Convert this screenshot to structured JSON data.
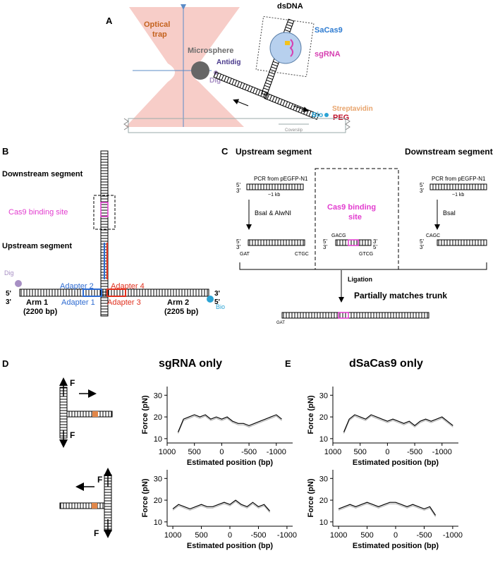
{
  "panelA": {
    "letter": "A",
    "optical_trap": [
      "Optical",
      "trap"
    ],
    "microsphere": "Microsphere",
    "antidig": "Antidig",
    "dig": "Dig",
    "dsdna": "dsDNA",
    "sacas9": "SaCas9",
    "sgrna": "sgRNA",
    "streptavidin": "Streptavidin",
    "bio": "Bio",
    "peg": "PEG",
    "coverslip": "Coverslip"
  },
  "panelB": {
    "letter": "B",
    "downstream": "Downstream segment",
    "cas9_site": "Cas9 binding site",
    "upstream": "Upstream segment",
    "dig": "Dig",
    "bio": "Bio",
    "five_left": "5'",
    "three_left": "3'",
    "three_right": "3'",
    "five_right": "5'",
    "adapter2": "Adapter 2",
    "adapter4": "Adapter 4",
    "adapter1": "Adapter 1",
    "adapter3": "Adapter 3",
    "arm1": "Arm 1",
    "arm1_len": "(2200 bp)",
    "arm2": "Arm 2",
    "arm2_len": "(2205 bp)"
  },
  "panelC": {
    "letter": "C",
    "upstream": "Upstream segment",
    "downstream": "Downstream segment",
    "pcr_left": "PCR from pEGFP-N1",
    "pcr_right": "PCR from pEGFP-N1",
    "kb_left": "~1 kb",
    "kb_right": "~1 kb",
    "enz_left": "BsaI & AlwNI",
    "enz_right": "BsaI",
    "cas9_site": [
      "Cas9 binding",
      "site"
    ],
    "gat": "GAT",
    "ctgc": "CTGC",
    "gacg": "GACG",
    "gtcg": "GTCG",
    "cagc": "CAGC",
    "ligation": "Ligation",
    "partial": "Partially matches trunk",
    "gat_bottom": "GAT",
    "p5": "5'",
    "p3": "3'"
  },
  "panelD": {
    "letter": "D",
    "title": "sgRNA only"
  },
  "panelE": {
    "letter": "E",
    "title": "dSaCas9 only"
  },
  "force_label": "F",
  "chart_data": [
    {
      "type": "line",
      "panel": "D-top",
      "xlabel": "Estimated position (bp)",
      "ylabel": "Force (pN)",
      "xlim": [
        1000,
        -1300
      ],
      "ylim": [
        8,
        34
      ],
      "xticks": [
        1000,
        500,
        0,
        -500,
        -1000
      ],
      "yticks": [
        10,
        20,
        30
      ],
      "series": [
        {
          "x": [
            800,
            700,
            600,
            500,
            400,
            300,
            200,
            100,
            0,
            -100,
            -200,
            -300,
            -400,
            -500,
            -600,
            -700,
            -800,
            -900,
            -1000,
            -1100
          ],
          "values": [
            13,
            19,
            20,
            21,
            20,
            21,
            19,
            20,
            19,
            20,
            18,
            17,
            17,
            16,
            17,
            18,
            19,
            20,
            21,
            19
          ]
        }
      ]
    },
    {
      "type": "line",
      "panel": "D-bottom",
      "xlabel": "Estimated position (bp)",
      "ylabel": "Force (pN)",
      "xlim": [
        1100,
        -1100
      ],
      "ylim": [
        8,
        34
      ],
      "xticks": [
        1000,
        500,
        0,
        -500,
        -1000
      ],
      "yticks": [
        10,
        20,
        30
      ],
      "series": [
        {
          "x": [
            1000,
            900,
            800,
            700,
            600,
            500,
            400,
            300,
            200,
            100,
            0,
            -100,
            -200,
            -300,
            -400,
            -500,
            -600,
            -700
          ],
          "values": [
            16,
            18,
            17,
            16,
            17,
            18,
            17,
            17,
            18,
            19,
            18,
            20,
            18,
            17,
            19,
            17,
            18,
            15
          ]
        }
      ]
    },
    {
      "type": "line",
      "panel": "E-top",
      "xlabel": "Estimated position (bp)",
      "ylabel": "Force (pN)",
      "xlim": [
        1000,
        -1300
      ],
      "ylim": [
        8,
        34
      ],
      "xticks": [
        1000,
        500,
        0,
        -500,
        -1000
      ],
      "yticks": [
        10,
        20,
        30
      ],
      "series": [
        {
          "x": [
            800,
            700,
            600,
            500,
            400,
            300,
            200,
            100,
            0,
            -100,
            -200,
            -300,
            -400,
            -500,
            -600,
            -700,
            -800,
            -900,
            -1000,
            -1100,
            -1200
          ],
          "values": [
            13,
            19,
            21,
            20,
            19,
            21,
            20,
            19,
            18,
            19,
            18,
            17,
            18,
            16,
            18,
            19,
            18,
            19,
            20,
            18,
            16
          ]
        }
      ]
    },
    {
      "type": "line",
      "panel": "E-bottom",
      "xlabel": "Estimated position (bp)",
      "ylabel": "Force (pN)",
      "xlim": [
        1100,
        -1100
      ],
      "ylim": [
        8,
        34
      ],
      "xticks": [
        1000,
        500,
        0,
        -500,
        -1000
      ],
      "yticks": [
        10,
        20,
        30
      ],
      "series": [
        {
          "x": [
            1000,
            900,
            800,
            700,
            600,
            500,
            400,
            300,
            200,
            100,
            0,
            -100,
            -200,
            -300,
            -400,
            -500,
            -600,
            -700
          ],
          "values": [
            16,
            17,
            18,
            17,
            18,
            19,
            18,
            17,
            18,
            19,
            19,
            18,
            17,
            18,
            17,
            16,
            17,
            13
          ]
        }
      ]
    }
  ]
}
